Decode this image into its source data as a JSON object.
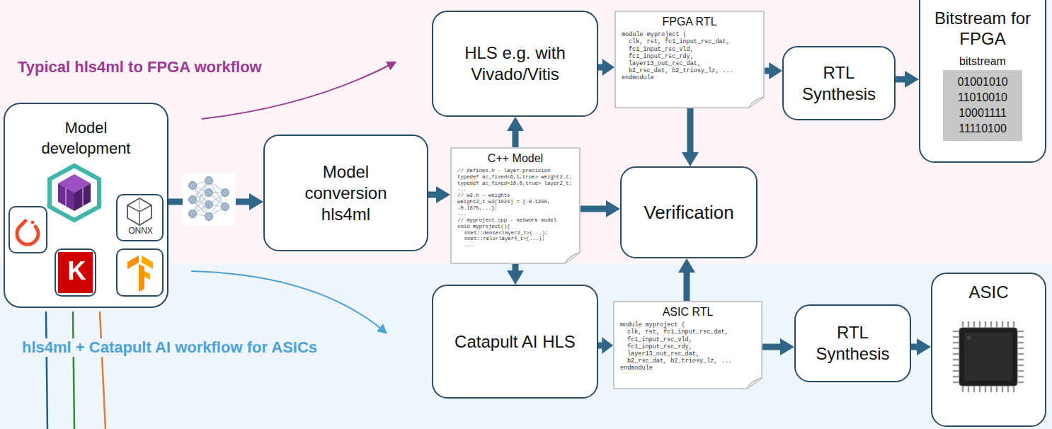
{
  "diagram": {
    "nodes": [
      {
        "text": [
          "Model development"
        ]
      },
      {
        "text": [
          "Model conversion hls4ml"
        ]
      },
      {
        "text": [
          "C++ Model",
          "// defines.h - layer-precision",
          "typedef ac_fixed<6,1,true> weight2_t;",
          "typedef ac_fixed<16,6,true> layer2_t;",
          "...",
          "// w2.h - weights",
          "weight2_t w2[1024] = {-0.1250, -0.1875,...};",
          "...",
          "// myproject.cpp - network model",
          "void myproject(){",
          "nnet::dense<layer2_t>(...);",
          "nnet::relu<layer4_t>(...);",
          "..."
        ]
      },
      {
        "text": [
          "HLS e.g. with Vivado/Vitis"
        ]
      },
      {
        "text": [
          "FPGA RTL",
          "module myproject (",
          "clk, rst, fc1_input_rsc_dat,",
          "fc1_input_rsc_vld,",
          "fc1_input_rsc_rdy,",
          "layer13_out_rsc_dat,",
          "b2_rsc_dat, b2_triosy_lz, ...",
          "endmodule"
        ]
      },
      {
        "text": [
          "RTL Synthesis"
        ]
      },
      {
        "text": [
          "Bitstream for FPGA",
          "bitstream",
          "01001010",
          "11010010",
          "10001111",
          "11110100"
        ]
      },
      {
        "text": [
          "Verification"
        ]
      },
      {
        "text": [
          "Catapult AI HLS"
        ]
      },
      {
        "text": [
          "ASIC RTL",
          "module myproject (",
          "clk, rst, fc1_input_rsc_dat,",
          "fc1_input_rsc_vld,",
          "fc1_input_rsc_rdy,",
          "layer13_out_rsc_dat,",
          "b2_rsc_dat, b2_triosy_lz, ...",
          "endmodule"
        ]
      },
      {
        "text": [
          "RTL Synthesis"
        ]
      },
      {
        "text": [
          "ASIC"
        ]
      }
    ],
    "edges": [
      {
        "from": 0,
        "to": 1,
        "arrow": "to"
      },
      {
        "from": 1,
        "to": 2,
        "arrow": "to"
      },
      {
        "from": 2,
        "to": 3,
        "arrow": "to"
      },
      {
        "from": 2,
        "to": 8,
        "arrow": "to"
      },
      {
        "from": 2,
        "to": 7,
        "arrow": "to"
      },
      {
        "from": 3,
        "to": 4,
        "arrow": "to"
      },
      {
        "from": 4,
        "to": 7,
        "arrow": "to"
      },
      {
        "from": 4,
        "to": 5,
        "arrow": "to"
      },
      {
        "from": 5,
        "to": 6,
        "arrow": "to"
      },
      {
        "from": 8,
        "to": 9,
        "arrow": "to"
      },
      {
        "from": 9,
        "to": 7,
        "arrow": "to"
      },
      {
        "from": 9,
        "to": 10,
        "arrow": "to"
      },
      {
        "from": 10,
        "to": 11,
        "arrow": "to"
      }
    ],
    "labels": [
      "Typical hls4ml to FPGA workflow",
      "ONNX",
      "K",
      "hls4ml + Catapult AI workflow for ASICs"
    ]
  }
}
